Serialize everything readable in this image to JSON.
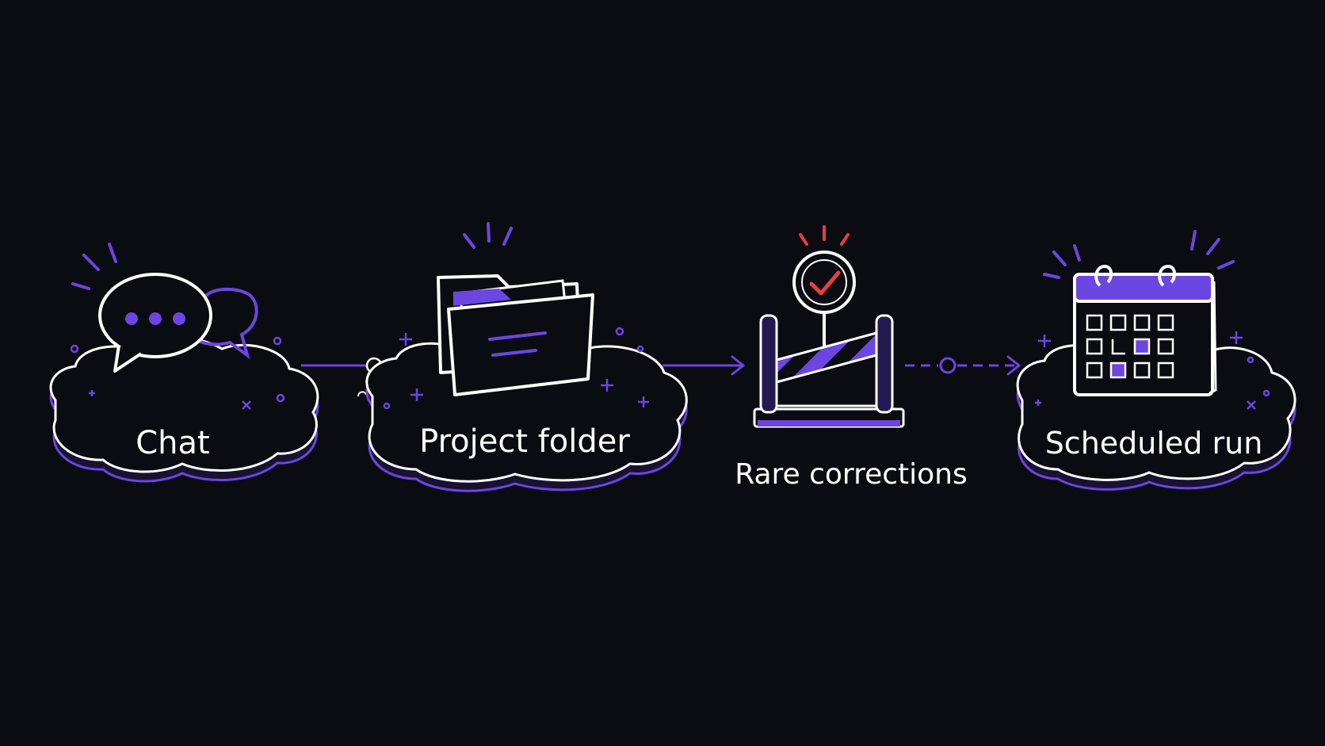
{
  "colors": {
    "background": "#0a0c12",
    "stroke": "#ffffff",
    "accent": "#6b46e0",
    "check": "#e8403a"
  },
  "flow": {
    "steps": [
      {
        "label": "Chat",
        "icon": "chat-bubbles-icon"
      },
      {
        "label": "Project folder",
        "icon": "folder-icon"
      },
      {
        "label": "Rare corrections",
        "icon": "barrier-checkmark-icon"
      },
      {
        "label": "Scheduled run",
        "icon": "calendar-icon"
      }
    ],
    "connectors": [
      {
        "from": "Chat",
        "to": "Project folder",
        "style": "solid-with-circle"
      },
      {
        "from": "Project folder",
        "to": "Rare corrections",
        "style": "solid-arrow"
      },
      {
        "from": "Rare corrections",
        "to": "Scheduled run",
        "style": "dashed-arrow-with-circle"
      }
    ]
  }
}
